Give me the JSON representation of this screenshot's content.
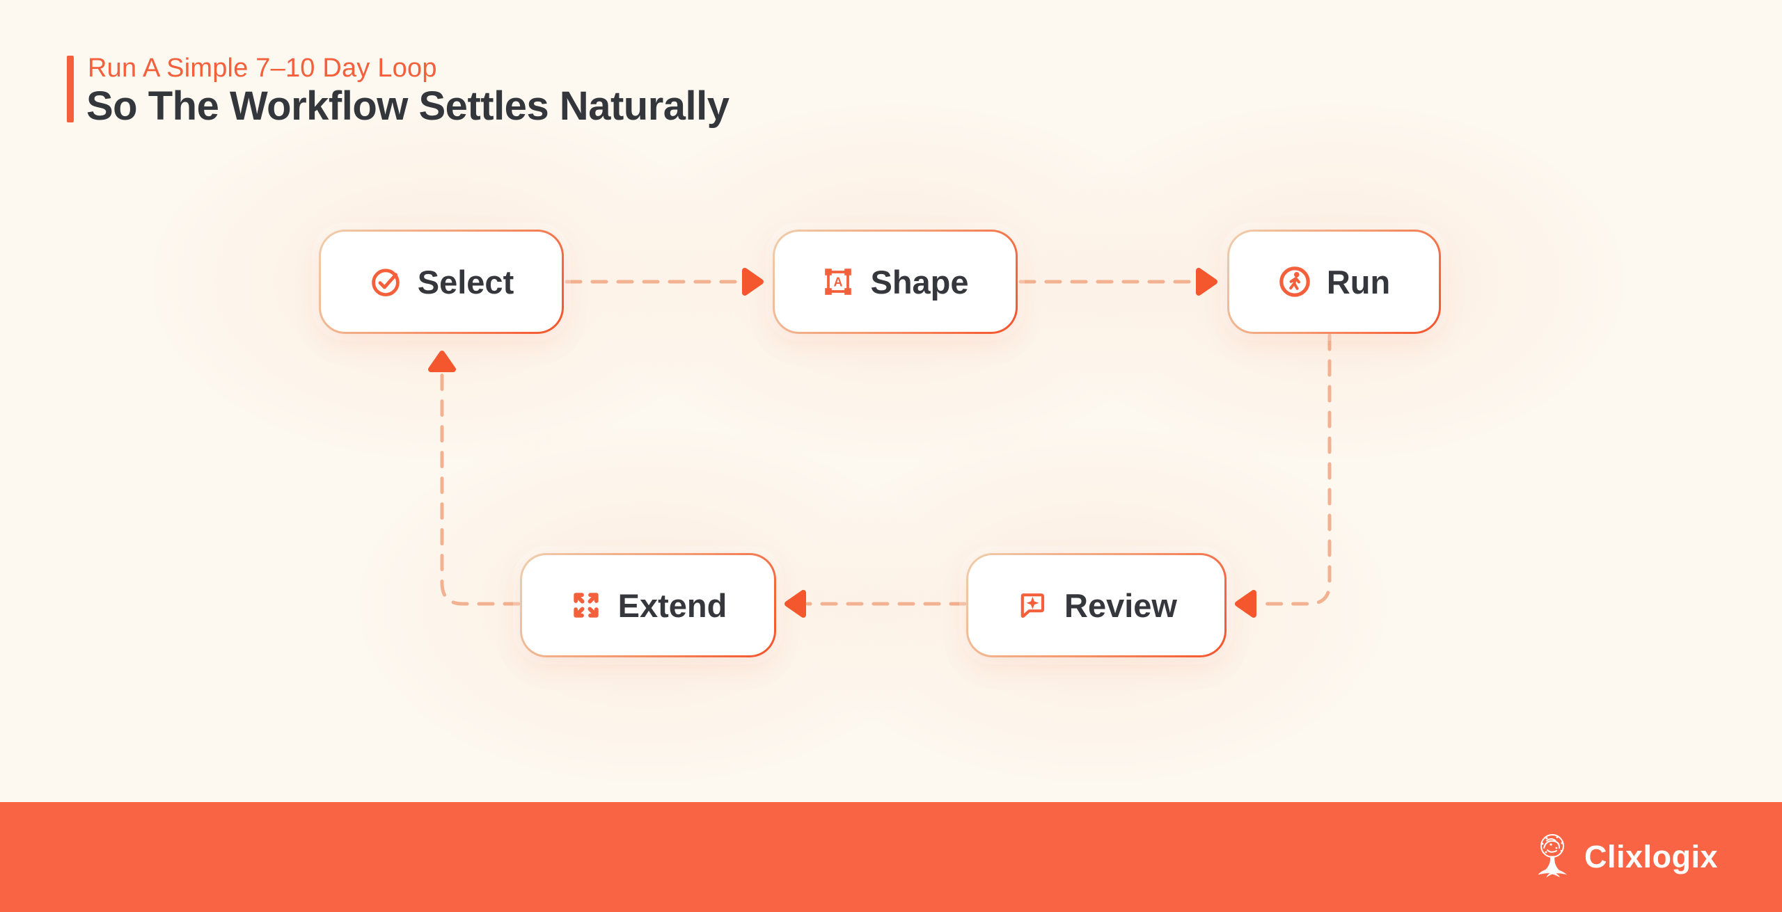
{
  "header": {
    "kicker": "Run A Simple 7–10 Day Loop",
    "title": "So The Workflow Settles Naturally"
  },
  "diagram": {
    "nodes": [
      {
        "id": "select",
        "label": "Select",
        "icon": "check-circle-icon"
      },
      {
        "id": "shape",
        "label": "Shape",
        "icon": "text-select-frame-icon",
        "icon_letter": "A"
      },
      {
        "id": "run",
        "label": "Run",
        "icon": "runner-circle-icon"
      },
      {
        "id": "review",
        "label": "Review",
        "icon": "chat-sparkle-icon"
      },
      {
        "id": "extend",
        "label": "Extend",
        "icon": "expand-arrows-icon"
      }
    ],
    "flow_order": "Select → Shape → Run → Review → Extend → Select"
  },
  "footer": {
    "brand": "Clixlogix",
    "logo": "tree-brain-logo-icon"
  },
  "colors": {
    "background": "#FDF8F0",
    "accent_orange": "#F4603C",
    "arrowhead_orange": "#F4572E",
    "dash_salmon": "#F2B190",
    "border_gradient_start": "#EECFAE",
    "border_gradient_end": "#F4572E",
    "footer_background": "#F96445",
    "heading_text": "#33363B",
    "node_label_text": "#35373C",
    "node_background": "#FFFFFF"
  }
}
